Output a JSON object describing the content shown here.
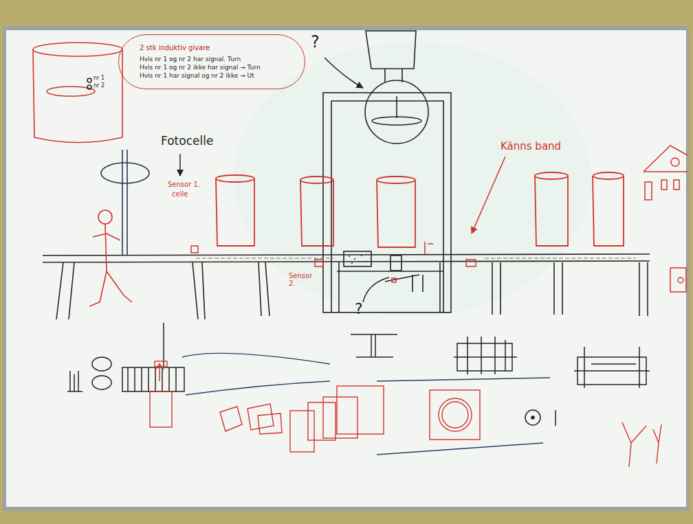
{
  "diagram": {
    "nodes": [
      {
        "text": [
          "2 stk induktiv givare",
          "Hvis nr 1 og nr 2 har signal. Turn",
          "Hvis nr 1 og nr 2 ikke har signal → Turn",
          "Hvis nr 1 har signal og nr 2 ikke → Ut"
        ]
      }
    ],
    "labels": [
      "nr 1",
      "nr 2",
      "?",
      "Fotocelle",
      "Sensor 1.",
      "celle",
      "Sensor 2.",
      "Känns band",
      "?"
    ]
  }
}
